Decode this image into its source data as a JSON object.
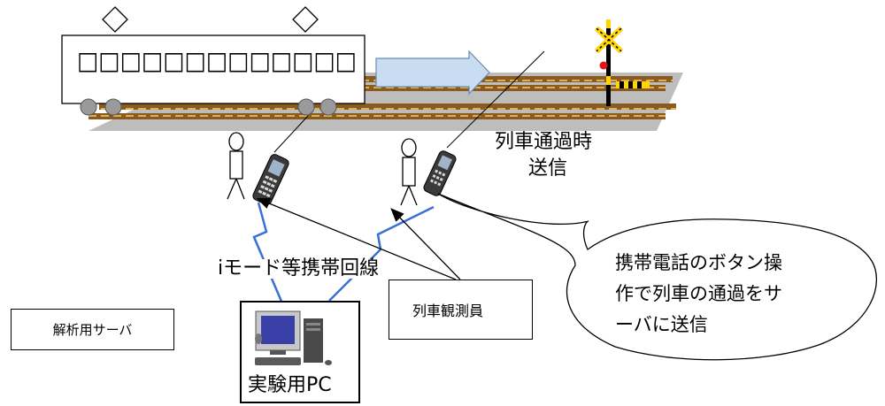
{
  "train": {
    "windows": "□□□□□□□□□□□□□"
  },
  "labels": {
    "pass_time_send": [
      "列車通過時",
      "送信"
    ],
    "imode_line": "iモード等携帯回線",
    "train_observer": "列車観測員",
    "analysis_server": "解析用サーバ",
    "pc_label": "実験用PC",
    "speech_bubble": [
      "携帯電話のボタン操",
      "作で列車の通過をサ",
      "ーバに送信"
    ]
  },
  "colors": {
    "rail_brown": "#8b5a1e",
    "gravel_gray": "#b0b0b0",
    "signal_lightning": "#3a6fd8",
    "arrow_fill": "#c8dcf2",
    "crossing_yellow": "#ffd400"
  }
}
